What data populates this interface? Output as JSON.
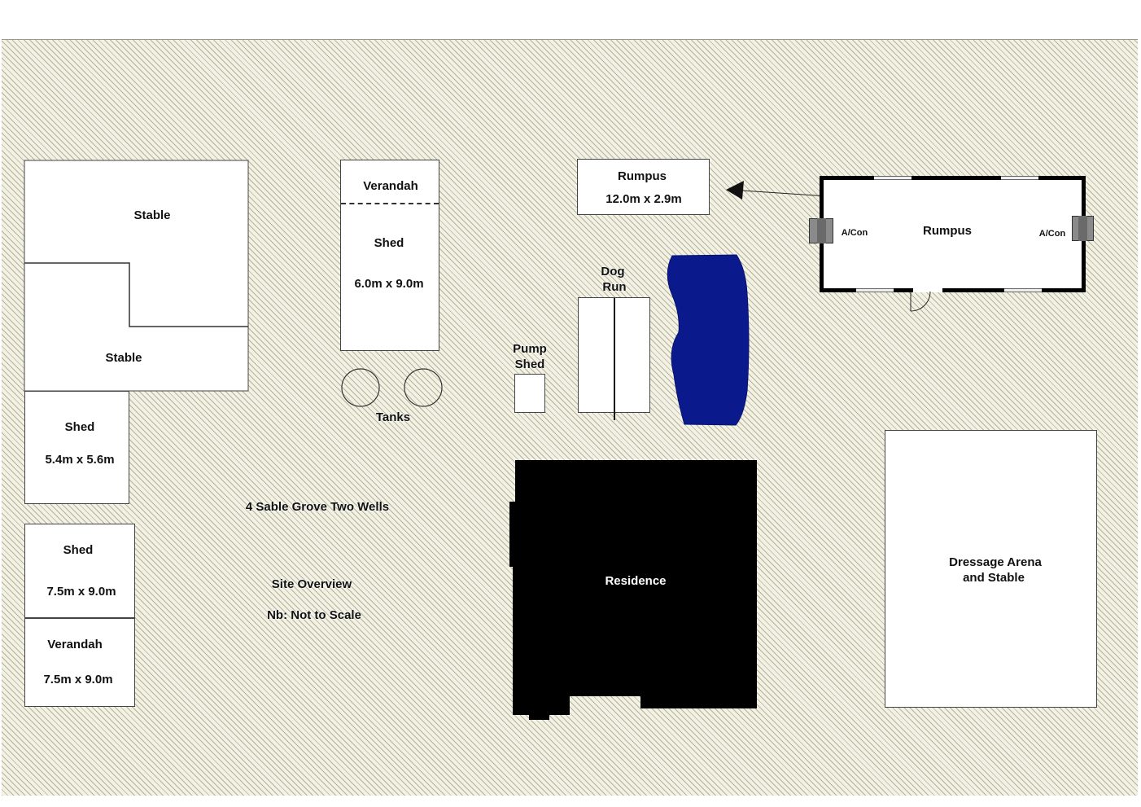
{
  "stable_top_label": "Stable",
  "stable_bottom_label": "Stable",
  "shed_left_1": {
    "name": "Shed",
    "dims": "5.4m x 5.6m"
  },
  "shed_left_2": {
    "name": "Shed",
    "dims": "7.5m x 9.0m"
  },
  "verandah_left": {
    "name": "Verandah",
    "dims": "7.5m x 9.0m"
  },
  "verandah_shed": {
    "verandah": "Verandah",
    "name": "Shed",
    "dims": "6.0m x 9.0m"
  },
  "tanks_label": "Tanks",
  "pump_shed_label": [
    "Pump",
    "Shed"
  ],
  "dog_run_label": [
    "Dog",
    "Run"
  ],
  "rumpus_box": {
    "name": "Rumpus",
    "dims": "12.0m x 2.9m"
  },
  "rumpus_plan": {
    "name": "Rumpus",
    "acon_left": "A/Con",
    "acon_right": "A/Con"
  },
  "residence_label": "Residence",
  "dressage_label": [
    "Dressage Arena",
    "and Stable"
  ],
  "address": "4 Sable Grove Two Wells",
  "site_overview": "Site Overview",
  "note": "Nb: Not to Scale",
  "colors": {
    "pool": "#0a1a8c",
    "residence": "#000000",
    "hatch": "#b4b39b"
  }
}
